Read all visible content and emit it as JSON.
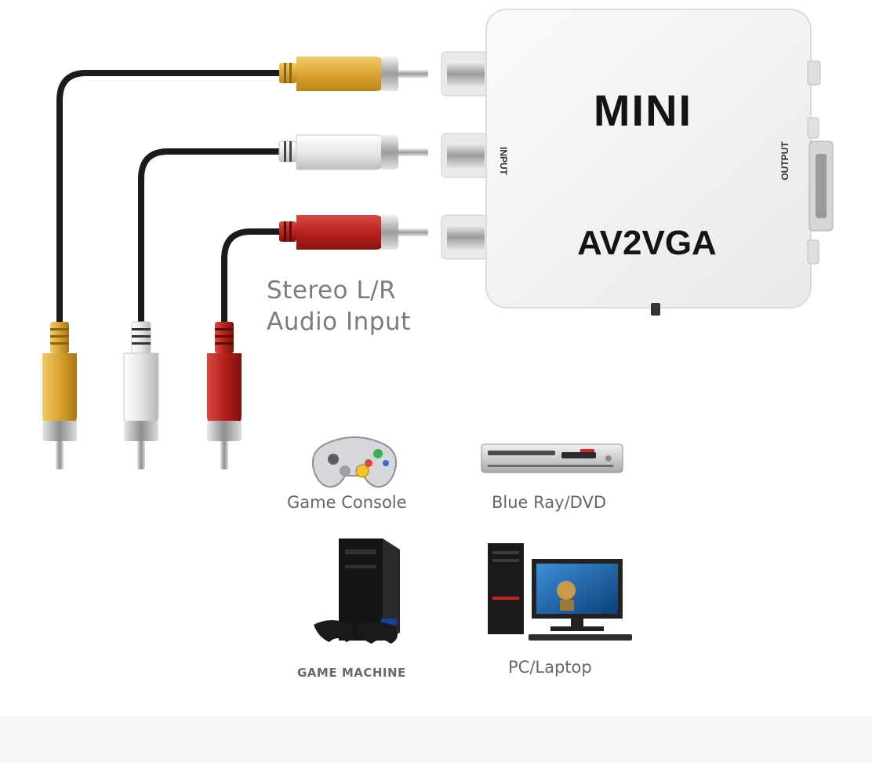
{
  "device": {
    "brand": "MINI",
    "model": "AV2VGA",
    "input_port_label": "INPUT",
    "output_port_label": "OUTPUT"
  },
  "audio_label": [
    "Stereo L/R",
    "Audio Input"
  ],
  "sources": [
    {
      "label": "Game Console",
      "icon": "gamepad-icon"
    },
    {
      "label": "Blue Ray/DVD",
      "icon": "dvd-player-icon"
    },
    {
      "label": "GAME MACHINE",
      "icon": "game-machine-icon"
    },
    {
      "label": "PC/Laptop",
      "icon": "pc-monitor-icon"
    }
  ],
  "colors": {
    "cable": "#1b1b1b",
    "plug_yellow": "#e3b03c",
    "plug_white": "#ececec",
    "plug_red": "#b8201c",
    "device_body": "#f3f3f3",
    "metal": "#c8c8c8"
  }
}
